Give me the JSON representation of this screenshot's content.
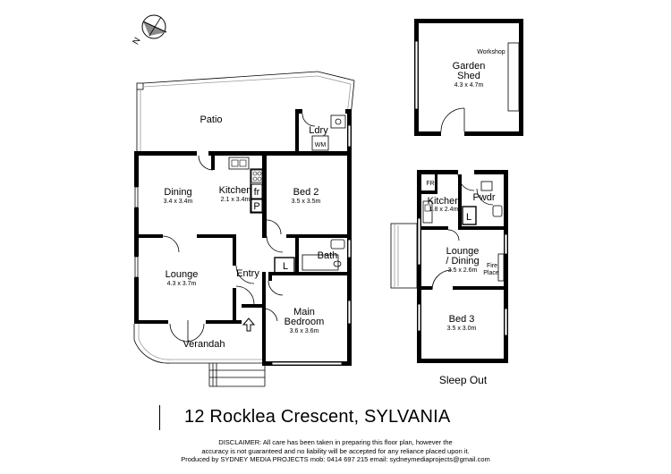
{
  "compass": {
    "north_label": "N"
  },
  "main_house": {
    "rooms": {
      "patio": {
        "name": "Patio"
      },
      "laundry": {
        "name": "Ldry",
        "wm": "WM"
      },
      "dining": {
        "name": "Dining",
        "dims": "3.4 x 3.4m"
      },
      "kitchen": {
        "name": "Kitchen",
        "dims": "2.1 x 3.4m",
        "fridge": "fr",
        "pantry": "P"
      },
      "bed2": {
        "name": "Bed 2",
        "dims": "3.5 x 3.5m"
      },
      "bath": {
        "name": "Bath"
      },
      "lounge": {
        "name": "Lounge",
        "dims": "4.3 x 3.7m"
      },
      "entry": {
        "name": "Entry",
        "linen": "L"
      },
      "main_bedroom": {
        "name_line1": "Main",
        "name_line2": "Bedroom",
        "dims": "3.6 x 3.6m"
      },
      "verandah": {
        "name": "Verandah"
      }
    }
  },
  "garden_shed": {
    "workshop": "Workshop",
    "name_line1": "Garden",
    "name_line2": "Shed",
    "dims": "4.3 x 4.7m"
  },
  "sleep_out": {
    "caption": "Sleep Out",
    "fr": "FR",
    "kitchen": {
      "name": "Kitchen",
      "dims": "1.8 x 2.4m"
    },
    "pwdr": {
      "name": "Pwdr",
      "linen": "L"
    },
    "lounge": {
      "name_line1": "Lounge",
      "name_line2": "/ Dining",
      "dims": "3.5 x 2.6m"
    },
    "fireplace": {
      "line1": "Fire",
      "line2": "Place"
    },
    "bed3": {
      "name": "Bed 3",
      "dims": "3.5 x 3.0m"
    }
  },
  "address": "12 Rocklea Crescent, SYLVANIA",
  "disclaimer": {
    "line1": "DISCLAIMER: All care has been taken in preparing this floor plan, however the",
    "line2": "accuracy is not guaranteed and no liability will be accepted for any reliance placed upon it.",
    "line3": "Produced by SYDNEY MEDIA PROJECTS mob: 0414 697 215 email: sydneymediaprojects@gmail.com"
  }
}
